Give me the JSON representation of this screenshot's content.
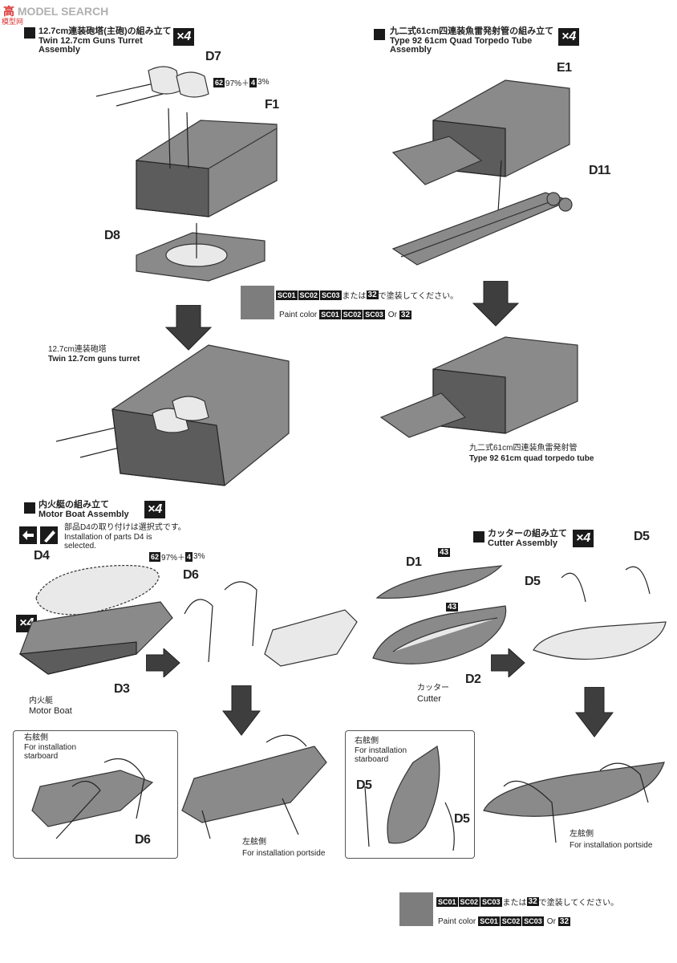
{
  "watermark": {
    "logo": "高",
    "text": "SEARCH",
    "sub": "模型网",
    "mid": "MODEL"
  },
  "turret": {
    "title_jp": "12.7cm連装砲塔(主砲)の組み立て",
    "title_en": "Twin 12.7cm Guns Turret Assembly",
    "qty": "×4",
    "parts": {
      "d7": "D7",
      "f1": "F1",
      "d8": "D8"
    },
    "mix_a": "62",
    "mix_a_pct": "97%＋",
    "mix_b": "4",
    "mix_b_pct": "3%",
    "result_jp": "12.7cm連装砲塔",
    "result_en": "Twin 12.7cm guns turret"
  },
  "torpedo": {
    "title_jp": "九二式61cm四連装魚雷発射管の組み立て",
    "title_en": "Type 92 61cm Quad Torpedo Tube Assembly",
    "qty": "×4",
    "parts": {
      "e1": "E1",
      "d11": "D11"
    },
    "result_jp": "九二式61cm四連装魚雷発射管",
    "result_en": "Type 92 61cm quad torpedo tube"
  },
  "paint_top": {
    "chips": [
      "SC01",
      "SC02",
      "SC03"
    ],
    "alt": "32",
    "jp_suffix": "で塗装してください。",
    "jp_mid": "または",
    "en_label": "Paint color",
    "en_or": "Or"
  },
  "motorboat": {
    "title_jp": "内火艇の組み立て",
    "title_en": "Motor Boat Assembly",
    "qty": "×4",
    "note_jp": "部品D4の取り付けは選択式です。",
    "note_en": "Installation of parts D4 is selected.",
    "parts": {
      "d4": "D4",
      "d6": "D6",
      "d3": "D3",
      "d6b": "D6"
    },
    "mix_a": "62",
    "mix_a_pct": "97%＋",
    "mix_b": "4",
    "mix_b_pct": "3%",
    "qty_side": "×4",
    "name_jp": "内火艇",
    "name_en": "Motor Boat",
    "starboard_jp": "右舷側",
    "starboard_en": "For installation starboard",
    "portside_jp": "左舷側",
    "portside_en": "For installation portside"
  },
  "cutter": {
    "title_jp": "カッターの組み立て",
    "title_en": "Cutter Assembly",
    "qty": "×4",
    "parts": {
      "d1": "D1",
      "d2": "D2",
      "d5a": "D5",
      "d5b": "D5",
      "d5c": "D5",
      "d5d": "D5"
    },
    "paint": "43",
    "name_jp": "カッター",
    "name_en": "Cutter",
    "starboard_jp": "右舷側",
    "starboard_en": "For installation starboard",
    "portside_jp": "左舷側",
    "portside_en": "For installation portside"
  },
  "paint_bottom": {
    "chips": [
      "SC01",
      "SC02",
      "SC03"
    ],
    "alt": "32",
    "jp_suffix": "で塗装してください。",
    "jp_mid": "または",
    "en_label": "Paint color",
    "en_or": "Or"
  },
  "icons": [
    "optional-parts-icon",
    "paint-brush-icon",
    "down-arrow-icon",
    "right-arrow-icon"
  ]
}
